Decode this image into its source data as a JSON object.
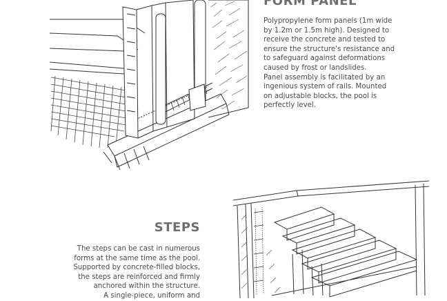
{
  "form_panel": {
    "title": "FORM PANEL",
    "lines": [
      "Polypropylene form panels (1m wide",
      "by 1.2m or 1.5m high). Designed to",
      "receive the concrete and tested to",
      "ensure the structure's resistance and",
      "to safeguard against deformations",
      "caused by frost or landslides.",
      "Panel assembly is facilitated by an",
      "ingenious system of rails.  Mounted",
      "on adjustable blocks, the pool is",
      "perfectly level."
    ]
  },
  "steps": {
    "title": "STEPS",
    "lines": [
      "The steps can be cast in numerous",
      "forms at the same time as the pool.",
      "Supported by concrete-filled blocks,",
      "the steps are reinforced and firmly",
      "anchored within the structure.",
      "A single-piece, uniform and"
    ]
  }
}
